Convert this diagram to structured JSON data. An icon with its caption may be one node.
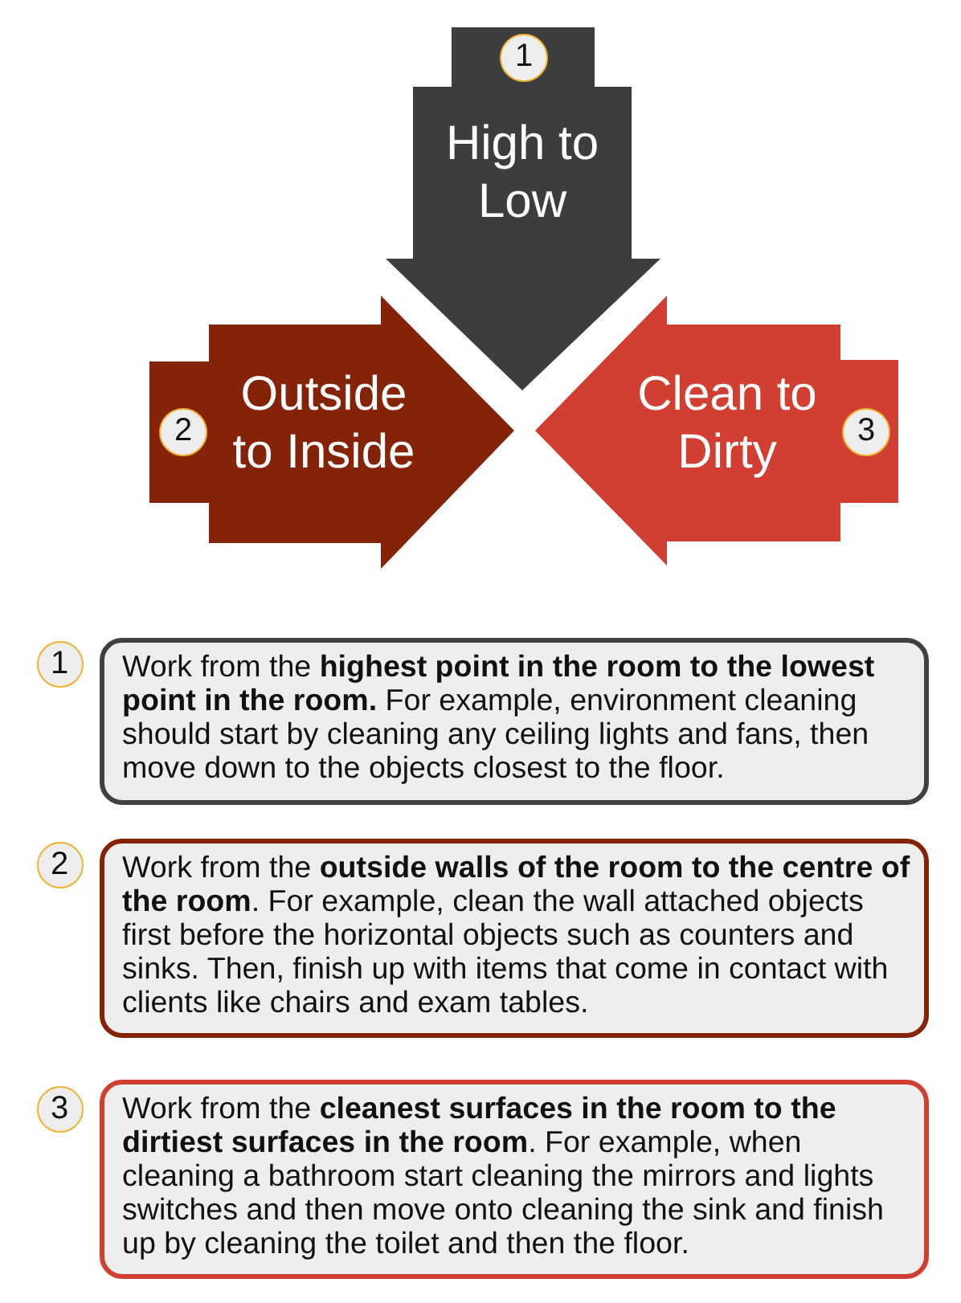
{
  "diagram": {
    "nodes": [
      {
        "text": [
          "High to Low"
        ]
      },
      {
        "text": [
          "1"
        ],
        "in": 0
      },
      {
        "text": [
          "Outside to Inside"
        ]
      },
      {
        "text": [
          "2"
        ],
        "in": 2
      },
      {
        "text": [
          "Clean to Dirty"
        ]
      },
      {
        "text": [
          "3"
        ],
        "in": 4
      },
      {
        "text": [
          "1"
        ]
      },
      {
        "text": [
          "Work from the **highest point in the room to the lowest point in the room.** For example, environment cleaning should start by cleaning any ceiling lights and fans, then move down to the objects closest to the floor."
        ]
      },
      {
        "text": [
          "2"
        ]
      },
      {
        "text": [
          "Work from the **outside walls of the room to the centre of the room**. For example, clean the wall attached objects first before the horizontal objects such as counters and sinks. Then, finish up with items that come in contact with clients like chairs and exam tables."
        ]
      },
      {
        "text": [
          "3"
        ]
      },
      {
        "text": [
          "Work from the **cleanest surfaces in the room to the dirtiest surfaces in the room**. For example, when cleaning a bathroom start cleaning the mirrors and lights switches and then move onto cleaning the sink and finish up by cleaning the toilet and then the floor."
        ]
      }
    ]
  }
}
